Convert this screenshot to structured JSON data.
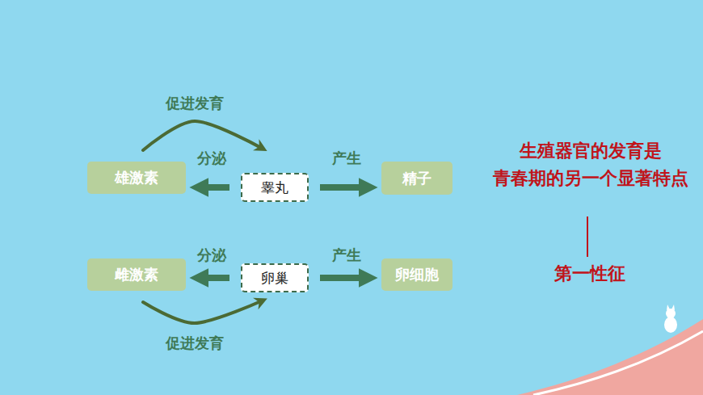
{
  "diagram": {
    "nodes": [
      {
        "text": [
          "雄激素"
        ]
      },
      {
        "text": [
          "睾丸"
        ]
      },
      {
        "text": [
          "精子"
        ]
      },
      {
        "text": [
          "雌激素"
        ]
      },
      {
        "text": [
          "卵巢"
        ]
      },
      {
        "text": [
          "卵细胞"
        ]
      }
    ],
    "edges": [
      {
        "from": 1,
        "to": 0,
        "label": "分泌",
        "arrow": "to"
      },
      {
        "from": 1,
        "to": 2,
        "label": "产生",
        "arrow": "to"
      },
      {
        "from": 0,
        "to": 1,
        "label": "促进发育",
        "arrow": "to"
      },
      {
        "from": 4,
        "to": 3,
        "label": "分泌",
        "arrow": "to"
      },
      {
        "from": 4,
        "to": 5,
        "label": "产生",
        "arrow": "to"
      },
      {
        "from": 3,
        "to": 4,
        "label": "促进发育",
        "arrow": "to"
      }
    ],
    "labels": [
      "生殖器官的发育是 青春期的另一个显著特点",
      "第一性征"
    ]
  }
}
